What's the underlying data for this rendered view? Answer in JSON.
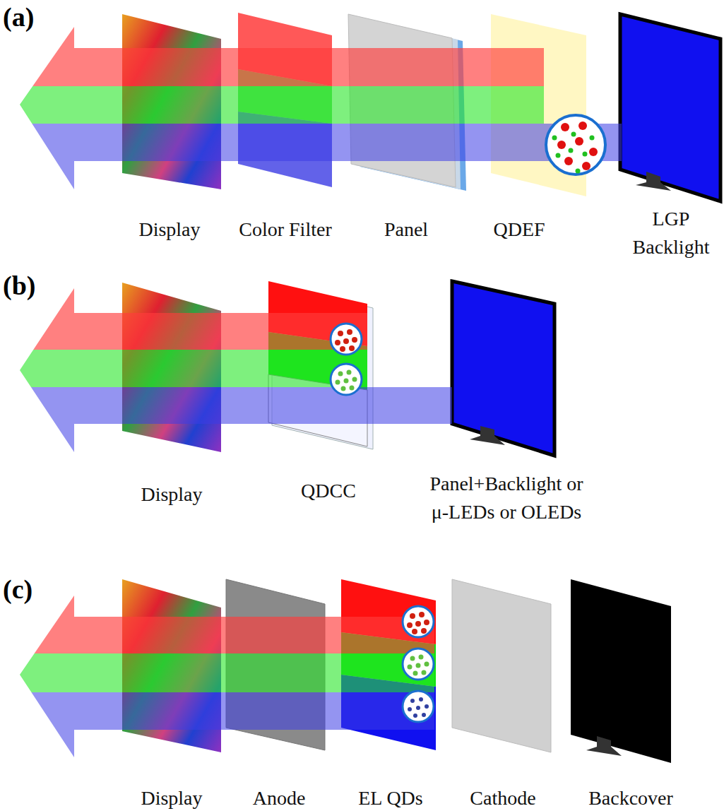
{
  "diagram": {
    "labels": [
      "(a)",
      "Display",
      "Color Filter",
      "Panel",
      "QDEF",
      "LGP Backlight",
      "(b)",
      "Display",
      "QDCC",
      "Panel+Backlight or μ-LEDs or OLEDs",
      "(c)",
      "Display",
      "Anode",
      "EL QDs",
      "Cathode",
      "Backcover"
    ]
  }
}
